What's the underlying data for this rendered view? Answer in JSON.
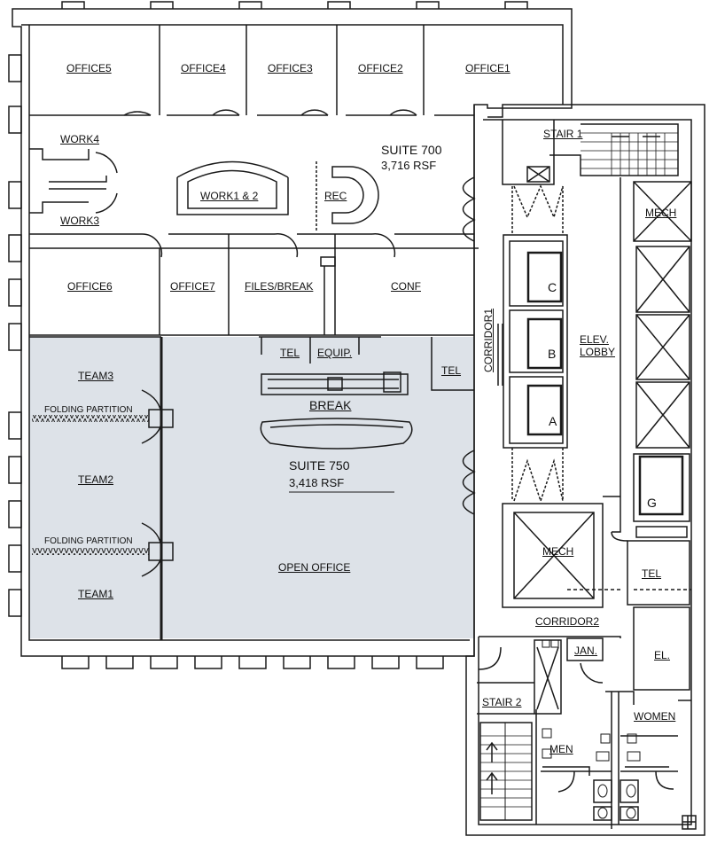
{
  "suite700": {
    "name": "SUITE 700",
    "area": "3,716 RSF"
  },
  "suite750": {
    "name": "SUITE 750",
    "area": "3,418 RSF"
  },
  "rooms": {
    "office5": "OFFICE5",
    "office4": "OFFICE4",
    "office3": "OFFICE3",
    "office2": "OFFICE2",
    "office1": "OFFICE1",
    "work4": "WORK4",
    "work3": "WORK3",
    "work1_2": "WORK1 & 2",
    "rec": "REC",
    "office6": "OFFICE6",
    "office7": "OFFICE7",
    "files_break": "FILES/BREAK",
    "conf": "CONF",
    "tel_a": "TEL",
    "equip": "EQUIP.",
    "tel_b": "TEL",
    "break": "BREAK",
    "team3": "TEAM3",
    "team2": "TEAM2",
    "team1": "TEAM1",
    "folding_partition_1": "FOLDING PARTITION",
    "folding_partition_2": "FOLDING PARTITION",
    "open_office": "OPEN OFFICE",
    "stair1": "STAIR 1",
    "stair2": "STAIR 2",
    "mech_top": "MECH",
    "mech_mid": "MECH",
    "corridor1": "CORRIDOR1",
    "corridor2": "CORRIDOR2",
    "elev_lobby_1": "ELEV.",
    "elev_lobby_2": "LOBBY",
    "elev_c": "C",
    "elev_b": "B",
    "elev_a": "A",
    "elev_g": "G",
    "tel_c": "TEL",
    "el": "EL.",
    "jan": "JAN.",
    "women": "WOMEN",
    "men": "MEN"
  },
  "colors": {
    "suite750_fill": "#dde2e8",
    "wall": "#1a1a1a",
    "background": "#ffffff"
  }
}
